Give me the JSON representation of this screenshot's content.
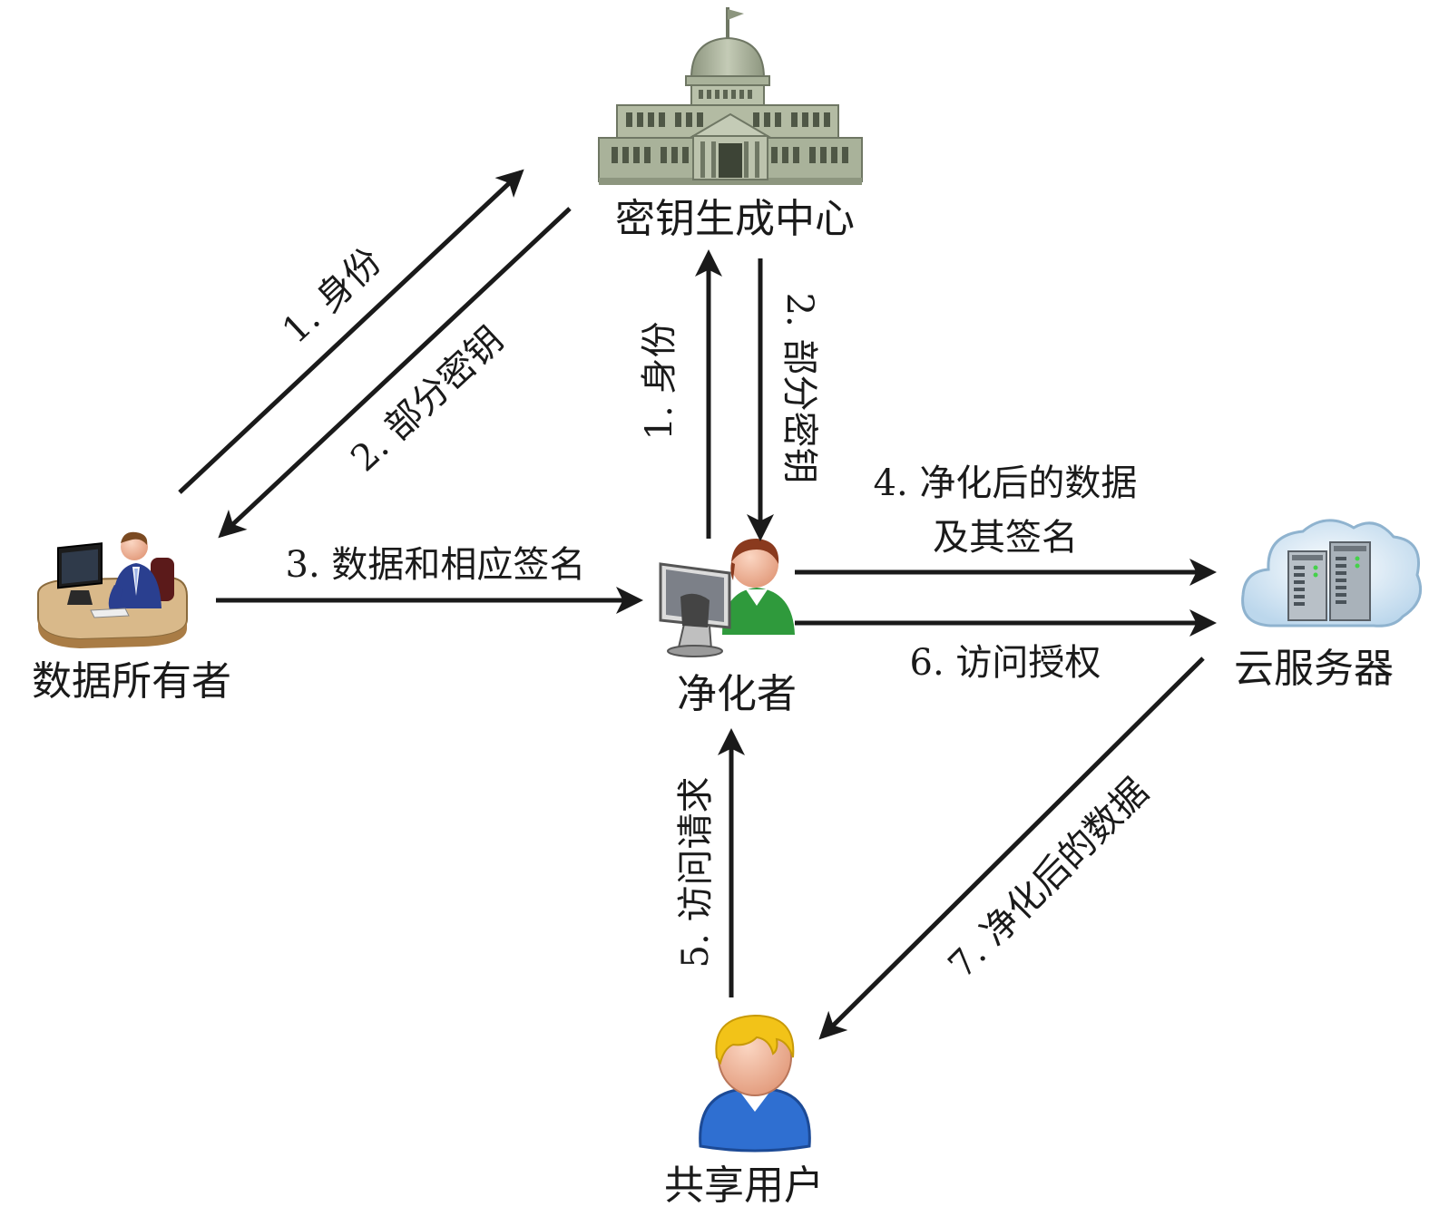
{
  "nodes": {
    "kgc": {
      "label": "密钥生成中心",
      "icon": "government-building-icon"
    },
    "data_owner": {
      "label": "数据所有者",
      "icon": "businessman-at-desk-icon"
    },
    "sanitizer": {
      "label": "净化者",
      "icon": "user-at-computer-icon"
    },
    "cloud": {
      "label": "云服务器",
      "icon": "cloud-server-icon"
    },
    "shared_user": {
      "label": "共享用户",
      "icon": "user-avatar-icon"
    }
  },
  "edges": {
    "owner_to_kgc_identity": "1. 身份",
    "kgc_to_owner_partial_key": "2. 部分密钥",
    "sanitizer_to_kgc_identity": "1. 身份",
    "kgc_to_sanitizer_partial_key": "2. 部分密钥",
    "owner_to_sanitizer_data": "3. 数据和相应签名",
    "sanitizer_to_cloud_data_line1": "4. 净化后的数据",
    "sanitizer_to_cloud_data_line2": "及其签名",
    "user_to_sanitizer_request": "5. 访问请求",
    "sanitizer_to_cloud_auth": "6. 访问授权",
    "cloud_to_user_data": "7. 净化后的数据"
  },
  "colors": {
    "line": "#1a1a1a",
    "building": "#a9b29a",
    "building_dark": "#6f7764",
    "desk": "#d9b98a",
    "suit": "#2a3f8f",
    "green_shirt": "#2f9a3c",
    "hair_brown": "#8a3a1e",
    "hair_yellow": "#f2c318",
    "blue_shirt": "#2f6fd1",
    "skin": "#f0b79a",
    "cloud": "#cfe3f2",
    "server": "#8f9aa3"
  }
}
